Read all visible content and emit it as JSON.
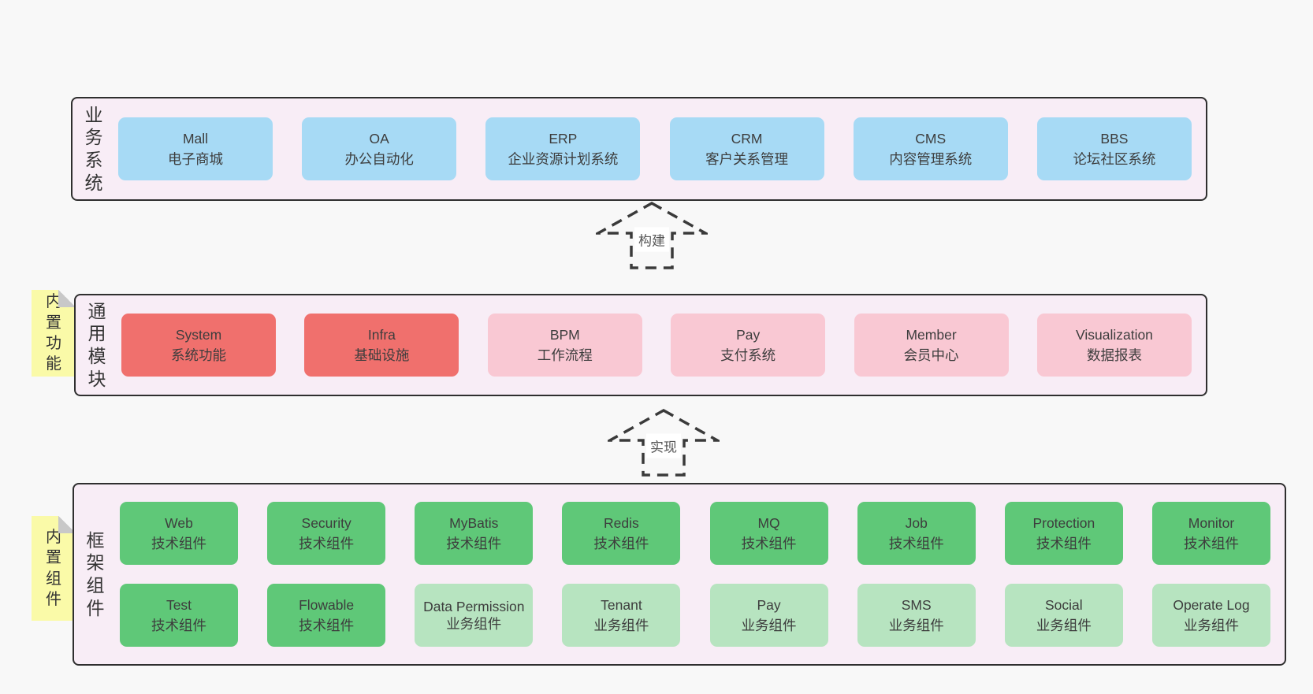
{
  "layers": [
    {
      "label": "业务系统",
      "rows": [
        [
          {
            "title": "Mall",
            "subtitle": "电子商城"
          },
          {
            "title": "OA",
            "subtitle": "办公自动化"
          },
          {
            "title": "ERP",
            "subtitle": "企业资源计划系统"
          },
          {
            "title": "CRM",
            "subtitle": "客户关系管理"
          },
          {
            "title": "CMS",
            "subtitle": "内容管理系统"
          },
          {
            "title": "BBS",
            "subtitle": "论坛社区系统"
          }
        ]
      ]
    },
    {
      "label": "通用模块",
      "note": "内置功能",
      "rows": [
        [
          {
            "title": "System",
            "subtitle": "系统功能"
          },
          {
            "title": "Infra",
            "subtitle": "基础设施"
          },
          {
            "title": "BPM",
            "subtitle": "工作流程"
          },
          {
            "title": "Pay",
            "subtitle": "支付系统"
          },
          {
            "title": "Member",
            "subtitle": "会员中心"
          },
          {
            "title": "Visualization",
            "subtitle": "数据报表"
          }
        ]
      ]
    },
    {
      "label": "框架组件",
      "note": "内置组件",
      "rows": [
        [
          {
            "title": "Web",
            "subtitle": "技术组件"
          },
          {
            "title": "Security",
            "subtitle": "技术组件"
          },
          {
            "title": "MyBatis",
            "subtitle": "技术组件"
          },
          {
            "title": "Redis",
            "subtitle": "技术组件"
          },
          {
            "title": "MQ",
            "subtitle": "技术组件"
          },
          {
            "title": "Job",
            "subtitle": "技术组件"
          },
          {
            "title": "Protection",
            "subtitle": "技术组件"
          },
          {
            "title": "Monitor",
            "subtitle": "技术组件"
          }
        ],
        [
          {
            "title": "Test",
            "subtitle": "技术组件"
          },
          {
            "title": "Flowable",
            "subtitle": "技术组件"
          },
          {
            "title": "Data Permission",
            "subtitle": "业务组件"
          },
          {
            "title": "Tenant",
            "subtitle": "业务组件"
          },
          {
            "title": "Pay",
            "subtitle": "业务组件"
          },
          {
            "title": "SMS",
            "subtitle": "业务组件"
          },
          {
            "title": "Social",
            "subtitle": "业务组件"
          },
          {
            "title": "Operate Log",
            "subtitle": "业务组件"
          }
        ]
      ]
    }
  ],
  "arrows": [
    {
      "label": "构建"
    },
    {
      "label": "实现"
    }
  ],
  "colors": {
    "page_bg": "#f8f8f8",
    "layer_bg": "#f8edf6",
    "layer_border": "#2f2f2f",
    "blue": "#a7daf5",
    "red": "#f0706d",
    "pink": "#f9c8d3",
    "green": "#5fc878",
    "light_green": "#b7e4c0",
    "note_yellow": "#fafaa8",
    "fold_gray": "#c8c8c8",
    "arrow_stroke": "#3a3a3a",
    "text": "#3d3d3d"
  }
}
